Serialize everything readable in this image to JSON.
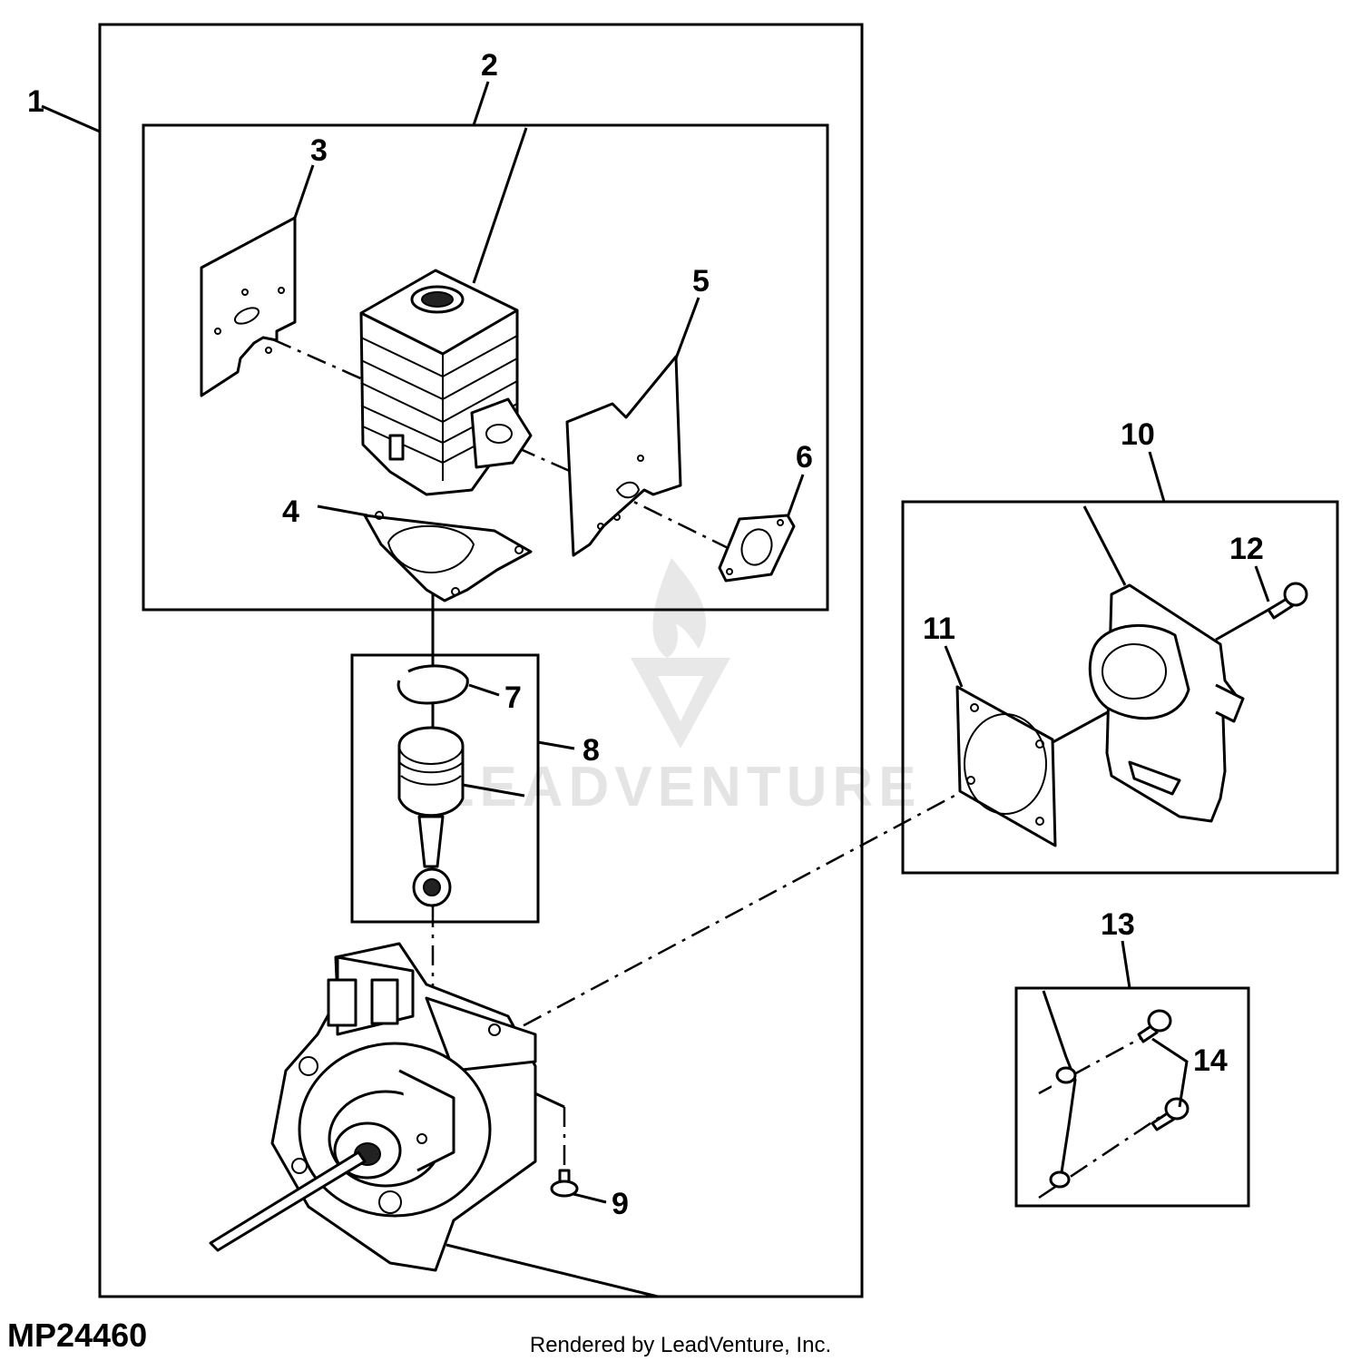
{
  "figure_id": "MP24460",
  "credit": "Rendered by LeadVenture, Inc.",
  "watermark": "LEADVENTURE",
  "callouts": [
    "1",
    "2",
    "3",
    "4",
    "5",
    "6",
    "7",
    "8",
    "9",
    "10",
    "11",
    "12",
    "13",
    "14"
  ],
  "parts": {
    "crankcase": "crankcase",
    "cylinder": "cylinder",
    "heat-shield": "heat-shield",
    "cylinder-gasket": "cylinder-gasket",
    "muffler-gasket": "muffler-gasket",
    "intake-gasket": "intake-gasket",
    "piston-ring": "piston-ring",
    "piston-conrod": "piston-conrod",
    "crankcase-screw": "crankcase-screw",
    "muffler": "muffler",
    "exhaust-gasket": "exhaust-gasket",
    "muffler-screw": "muffler-screw",
    "bracket-screws": "bracket-screws"
  }
}
